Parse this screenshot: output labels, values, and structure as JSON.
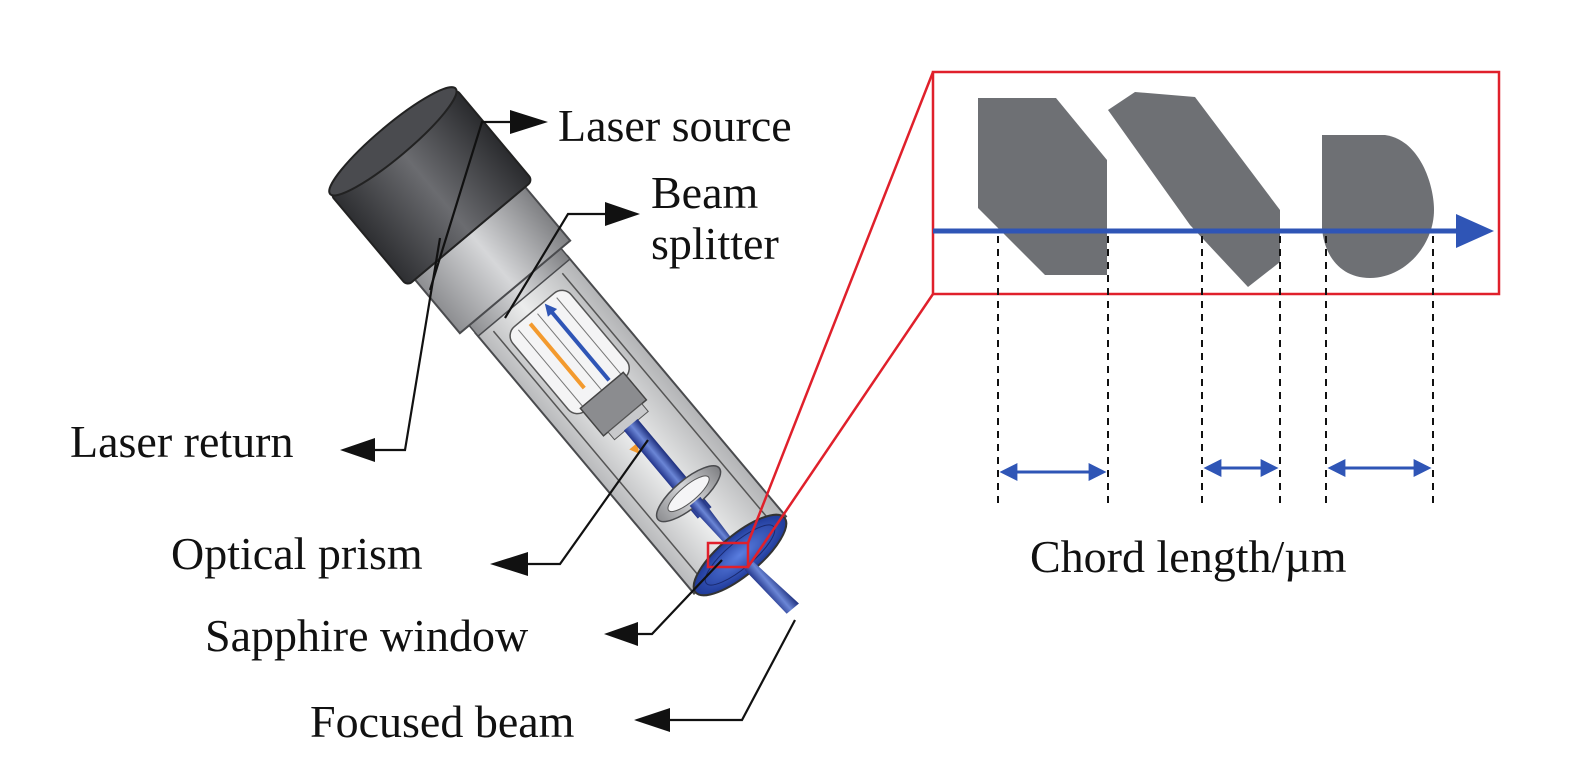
{
  "labels": {
    "laser_source": "Laser source",
    "beam": "Beam",
    "splitter": "splitter",
    "laser_return": "Laser return",
    "optical_prism": "Optical prism",
    "sapphire_window": "Sapphire window",
    "focused_beam": "Focused beam",
    "chord_length": "Chord length/µm"
  },
  "colors": {
    "laser_blue": "#2f55b6",
    "laser_orange": "#f39a2e",
    "particle_gray": "#6e7074",
    "zoom_box_red": "#e0202b",
    "probe_body": "#d4d5d7",
    "probe_cap": "#3d3e41"
  }
}
